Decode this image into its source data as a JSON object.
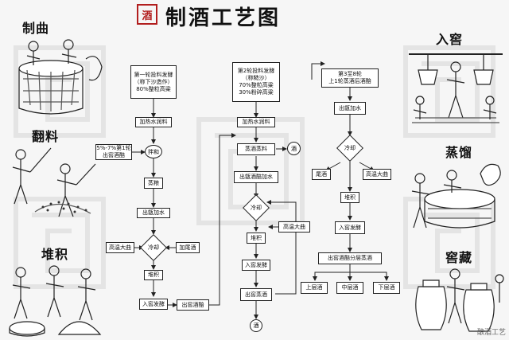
{
  "title": "制酒工艺图",
  "seal_text": "酒",
  "side_labels": {
    "make_qu": "制曲",
    "turn": "翻料",
    "pile": "堆积",
    "into_cellar": "入窖",
    "distill": "蒸馏",
    "cellar_store": "窖藏"
  },
  "col1": {
    "start": [
      "第一轮投料发酵",
      "（称下沙造作）",
      "80%整粒高粱"
    ],
    "heat": "加热水润料",
    "side_in": [
      "5%-7%第1轮",
      "出窖酒醅"
    ],
    "mix": "拌和",
    "steam": "蒸粮",
    "water": "出甑加水",
    "daqu": "高温大曲",
    "cool": "冷却",
    "tail": "加尾酒",
    "pile": "堆积",
    "ferment": "入窖发酵",
    "out": "出窖酒醅"
  },
  "col2": {
    "start": [
      "第2轮投料发酵",
      "（称糙沙）",
      "70%整粒高粱",
      "30%粉碎高粱"
    ],
    "heat": "加热水润料",
    "steam": "蒸酒蒸料",
    "wine": "酒",
    "water": "出甑酒醅加水",
    "cool": "冷却",
    "daqu": "高温大曲",
    "pile": "堆积",
    "ferment": "入窖发酵",
    "out": "出窖蒸酒",
    "final": "酒"
  },
  "col3": {
    "start": [
      "第3至8轮",
      "上1轮蒸酒后酒醅"
    ],
    "water": "出甑加水",
    "cool": "冷却",
    "tail": "尾酒",
    "daqu": "高温大曲",
    "pile": "堆积",
    "ferment": "入窖发酵",
    "layer": "出窖酒醅分层蒸酒",
    "upper": "上层酒",
    "middle": "中层酒",
    "lower": "下层酒"
  },
  "watermark": "酿酒工艺"
}
